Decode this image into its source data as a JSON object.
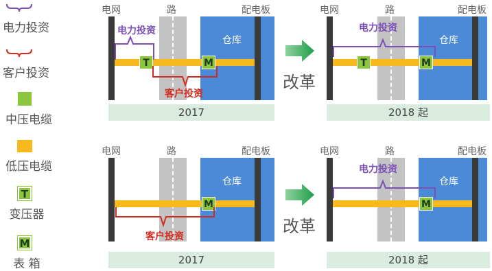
{
  "legend": {
    "power_invest": "电力投资",
    "customer_invest": "客户投资",
    "mv_cable": "中压电缆",
    "lv_cable": "低压电缆",
    "transformer_symbol": "T",
    "transformer": "变压器",
    "meter_symbol": "M",
    "meter": "表 箱"
  },
  "labels": {
    "grid": "电网",
    "road": "路",
    "panel": "配电板",
    "warehouse": "仓库",
    "power_invest": "电力投资",
    "customer_invest": "客户投资",
    "reform": "改革",
    "t": "T",
    "m": "M"
  },
  "years": {
    "before": "2017",
    "after": "2018 起"
  },
  "colors": {
    "purple": "#7b4fb5",
    "red": "#d42a1f",
    "green": "#8cc63f",
    "yellow": "#f7b91c",
    "blue": "#4a8ad6",
    "road": "#c3c3c3",
    "dark": "#3a3a3a",
    "year_bg": "#d9ecdf"
  }
}
